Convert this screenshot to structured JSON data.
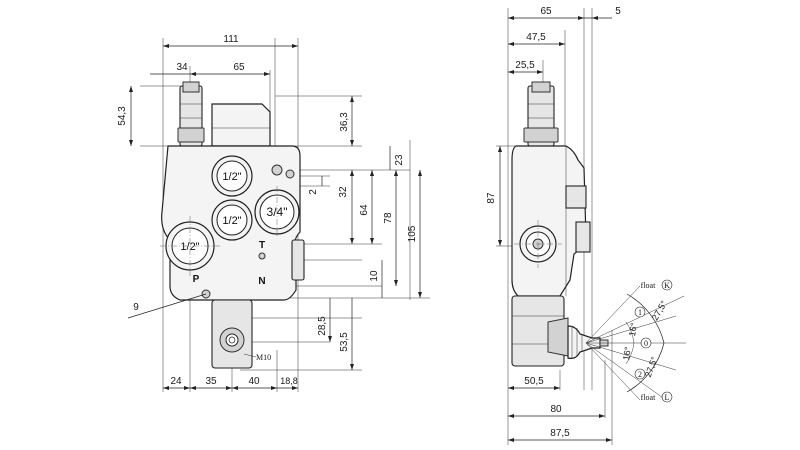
{
  "front_view": {
    "dim_overall_width": "111",
    "dim_p_offset": "34",
    "dim_t_offset": "65",
    "dim_top_height": "54,3",
    "dim_upper_body": "36,3",
    "dim_port_a_offset": "23",
    "dim_port_spacing": "2",
    "dim_32": "32",
    "dim_64": "64",
    "dim_78": "78",
    "dim_105": "105",
    "dim_10": "10",
    "dim_28_5": "28,5",
    "dim_53_5": "53,5",
    "dim_bottom_24": "24",
    "dim_bottom_35": "35",
    "dim_bottom_40": "40",
    "dim_bottom_18_8": "18,8",
    "callout_9": "9",
    "thread_label": "M10",
    "ports": {
      "a_top": "1/2\"",
      "b_mid": "1/2\"",
      "t_large": "3/4\"",
      "p_inlet": "1/2\""
    },
    "letters": {
      "t": "T",
      "n": "N",
      "p": "P"
    }
  },
  "side_view": {
    "dim_65": "65",
    "dim_5": "5",
    "dim_47_5": "47,5",
    "dim_25_5": "25,5",
    "dim_87": "87",
    "dim_50_5": "50,5",
    "dim_80": "80",
    "dim_87_5": "87,5",
    "angle_27_5_top": "27,5°",
    "angle_16_top": "16°",
    "angle_16_bottom": "16°",
    "angle_27_5_bottom": "27,5°",
    "float_k": "float",
    "float_l": "float",
    "circ_k": "K",
    "circ_l": "L",
    "circ_1": "1",
    "circ_0": "0",
    "circ_2": "2"
  }
}
